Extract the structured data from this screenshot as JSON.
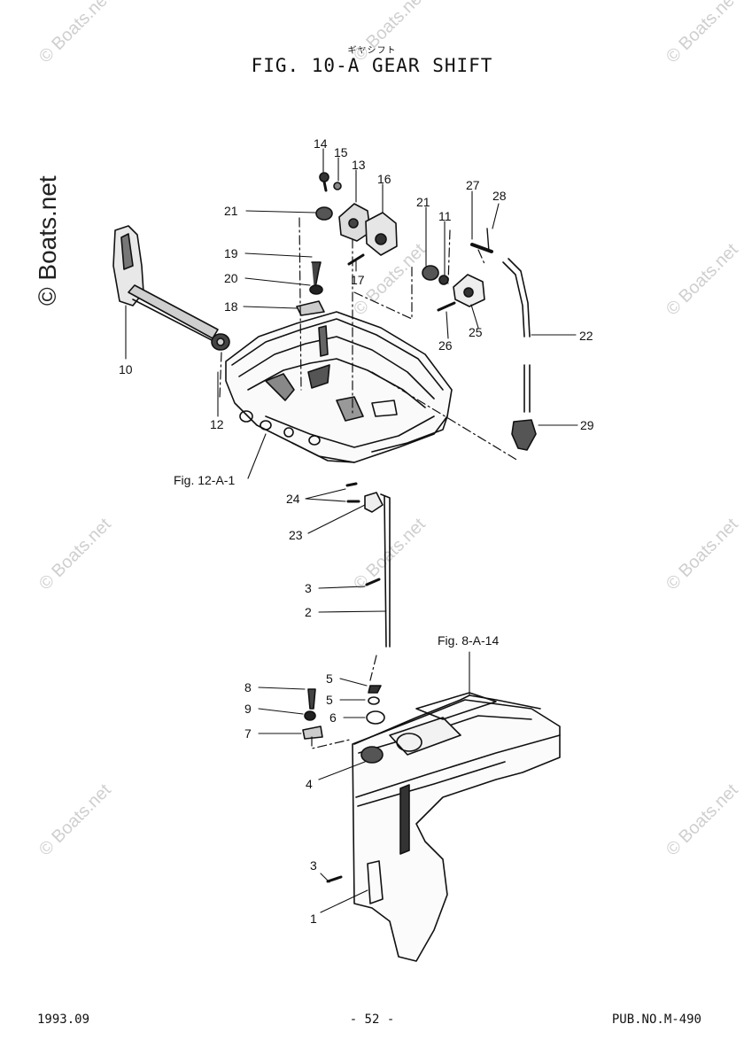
{
  "header": {
    "subtitle": "ギヤシフト",
    "title": "FIG. 10-A GEAR SHIFT"
  },
  "watermark": "© Boats.net",
  "references": [
    {
      "id": "ref-12-a-1",
      "text": "Fig. 12-A-1"
    },
    {
      "id": "ref-8-a-14",
      "text": "Fig. 8-A-14"
    }
  ],
  "callouts": [
    "14",
    "15",
    "13",
    "16",
    "21",
    "21",
    "11",
    "27",
    "28",
    "19",
    "20",
    "17",
    "18",
    "25",
    "26",
    "22",
    "10",
    "12",
    "29",
    "24",
    "23",
    "3",
    "2",
    "5",
    "5",
    "6",
    "8",
    "9",
    "7",
    "4",
    "3",
    "1"
  ],
  "footer": {
    "date": "1993.09",
    "page": "- 52 -",
    "pub": "PUB.NO.M-490"
  }
}
